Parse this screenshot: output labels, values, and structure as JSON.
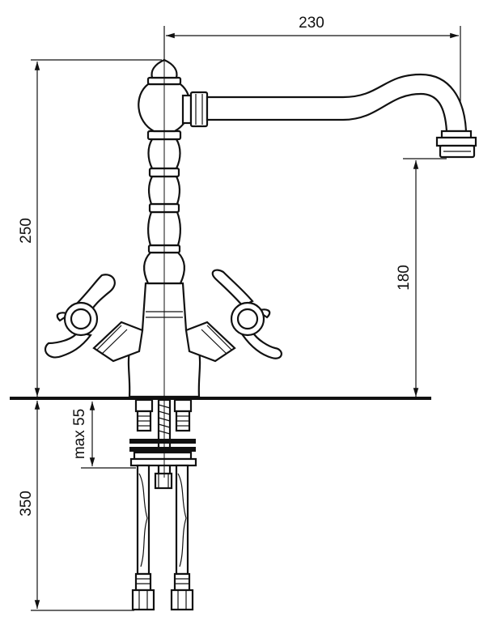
{
  "dimensions": {
    "spout_reach": "230",
    "total_height": "250",
    "spout_height": "180",
    "hose_length": "350",
    "max_thickness": "max 55"
  },
  "colors": {
    "ink": "#111111",
    "background": "#ffffff"
  }
}
